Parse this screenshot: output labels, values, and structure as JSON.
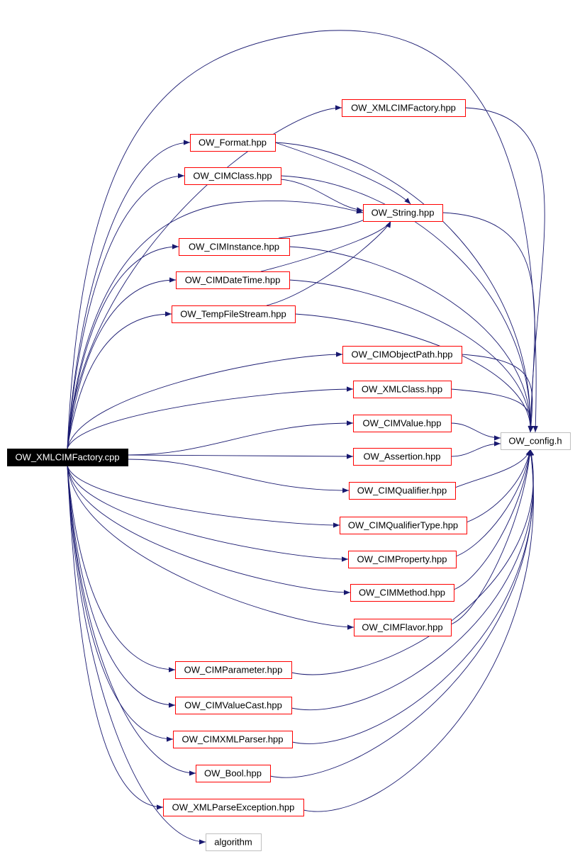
{
  "colors": {
    "edge": "#191970",
    "node_border": "#ff0000",
    "external_border": "#bfbfbf",
    "root_fill": "#000000",
    "root_text": "#ffffff",
    "node_text": "#000000"
  },
  "nodes": [
    {
      "id": "root",
      "label": "OW_XMLCIMFactory.cpp",
      "kind": "root"
    },
    {
      "id": "xmlcimfactory_h",
      "label": "OW_XMLCIMFactory.hpp",
      "kind": "header"
    },
    {
      "id": "format",
      "label": "OW_Format.hpp",
      "kind": "header"
    },
    {
      "id": "cimclass",
      "label": "OW_CIMClass.hpp",
      "kind": "header"
    },
    {
      "id": "string",
      "label": "OW_String.hpp",
      "kind": "header"
    },
    {
      "id": "ciminstance",
      "label": "OW_CIMInstance.hpp",
      "kind": "header"
    },
    {
      "id": "cimdatetime",
      "label": "OW_CIMDateTime.hpp",
      "kind": "header"
    },
    {
      "id": "tempfilestream",
      "label": "OW_TempFileStream.hpp",
      "kind": "header"
    },
    {
      "id": "cimobjectpath",
      "label": "OW_CIMObjectPath.hpp",
      "kind": "header"
    },
    {
      "id": "xmlclass",
      "label": "OW_XMLClass.hpp",
      "kind": "header"
    },
    {
      "id": "cimvalue",
      "label": "OW_CIMValue.hpp",
      "kind": "header"
    },
    {
      "id": "config",
      "label": "OW_config.h",
      "kind": "external"
    },
    {
      "id": "assertion",
      "label": "OW_Assertion.hpp",
      "kind": "header"
    },
    {
      "id": "cimqualifier",
      "label": "OW_CIMQualifier.hpp",
      "kind": "header"
    },
    {
      "id": "cimqualifiertype",
      "label": "OW_CIMQualifierType.hpp",
      "kind": "header"
    },
    {
      "id": "cimproperty",
      "label": "OW_CIMProperty.hpp",
      "kind": "header"
    },
    {
      "id": "cimmethod",
      "label": "OW_CIMMethod.hpp",
      "kind": "header"
    },
    {
      "id": "cimflavor",
      "label": "OW_CIMFlavor.hpp",
      "kind": "header"
    },
    {
      "id": "cimparameter",
      "label": "OW_CIMParameter.hpp",
      "kind": "header"
    },
    {
      "id": "cimvaluecast",
      "label": "OW_CIMValueCast.hpp",
      "kind": "header"
    },
    {
      "id": "cimxmlparser",
      "label": "OW_CIMXMLParser.hpp",
      "kind": "header"
    },
    {
      "id": "bool",
      "label": "OW_Bool.hpp",
      "kind": "header"
    },
    {
      "id": "xmlparseexception",
      "label": "OW_XMLParseException.hpp",
      "kind": "header"
    },
    {
      "id": "algorithm",
      "label": "algorithm",
      "kind": "external"
    }
  ],
  "edges": [
    [
      "root",
      "xmlcimfactory_h"
    ],
    [
      "root",
      "config"
    ],
    [
      "root",
      "format"
    ],
    [
      "root",
      "cimclass"
    ],
    [
      "root",
      "string"
    ],
    [
      "root",
      "ciminstance"
    ],
    [
      "root",
      "cimdatetime"
    ],
    [
      "root",
      "tempfilestream"
    ],
    [
      "root",
      "cimobjectpath"
    ],
    [
      "root",
      "xmlclass"
    ],
    [
      "root",
      "cimvalue"
    ],
    [
      "root",
      "assertion"
    ],
    [
      "root",
      "cimqualifier"
    ],
    [
      "root",
      "cimqualifiertype"
    ],
    [
      "root",
      "cimproperty"
    ],
    [
      "root",
      "cimmethod"
    ],
    [
      "root",
      "cimflavor"
    ],
    [
      "root",
      "cimparameter"
    ],
    [
      "root",
      "cimvaluecast"
    ],
    [
      "root",
      "cimxmlparser"
    ],
    [
      "root",
      "bool"
    ],
    [
      "root",
      "xmlparseexception"
    ],
    [
      "root",
      "algorithm"
    ],
    [
      "xmlcimfactory_h",
      "config"
    ],
    [
      "format",
      "string"
    ],
    [
      "format",
      "config"
    ],
    [
      "cimclass",
      "string"
    ],
    [
      "cimclass",
      "config"
    ],
    [
      "string",
      "config"
    ],
    [
      "ciminstance",
      "string"
    ],
    [
      "ciminstance",
      "config"
    ],
    [
      "cimdatetime",
      "string"
    ],
    [
      "cimdatetime",
      "config"
    ],
    [
      "tempfilestream",
      "string"
    ],
    [
      "tempfilestream",
      "config"
    ],
    [
      "cimobjectpath",
      "config"
    ],
    [
      "xmlclass",
      "config"
    ],
    [
      "cimvalue",
      "config"
    ],
    [
      "assertion",
      "config"
    ],
    [
      "cimqualifier",
      "config"
    ],
    [
      "cimqualifiertype",
      "config"
    ],
    [
      "cimproperty",
      "config"
    ],
    [
      "cimmethod",
      "config"
    ],
    [
      "cimflavor",
      "config"
    ],
    [
      "cimparameter",
      "config"
    ],
    [
      "cimvaluecast",
      "config"
    ],
    [
      "cimxmlparser",
      "config"
    ],
    [
      "bool",
      "config"
    ],
    [
      "xmlparseexception",
      "config"
    ]
  ]
}
